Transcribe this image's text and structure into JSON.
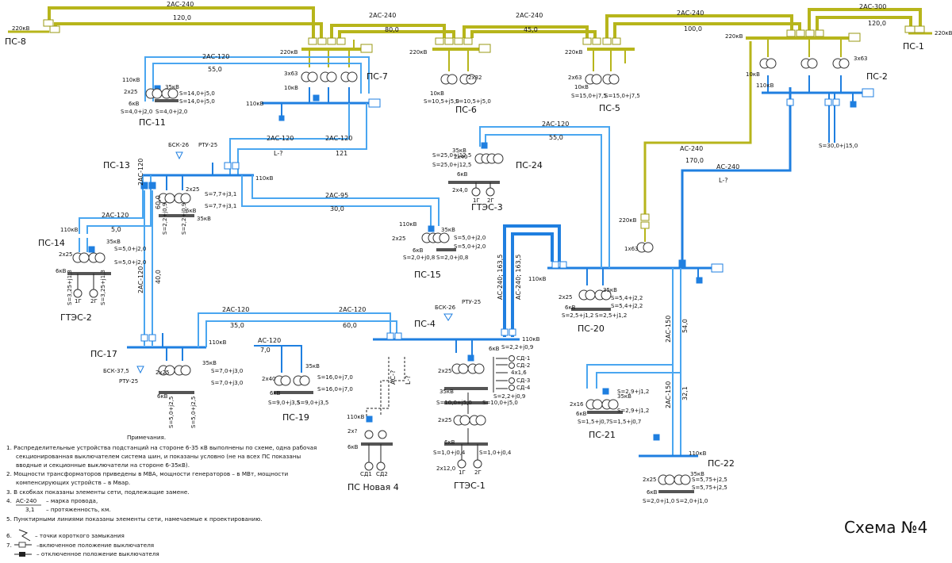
{
  "title": "Схема №4",
  "substations": {
    "ps8": "ПС-8",
    "ps7": "ПС-7",
    "ps6": "ПС-6",
    "ps5": "ПС-5",
    "ps1": "ПС-1",
    "ps2": "ПС-2",
    "ps11": "ПС-11",
    "ps13": "ПС-13",
    "ps24": "ПС-24",
    "gtes3": "ГТЭС-3",
    "ps14": "ПС-14",
    "gtes2": "ГТЭС-2",
    "ps15": "ПС-15",
    "ps17": "ПС-17",
    "ps19": "ПС-19",
    "ps4": "ПС-4",
    "ps20": "ПС-20",
    "ps21": "ПС-21",
    "ps22": "ПС-22",
    "gtes1": "ГТЭС-1",
    "psnew4": "ПС Новая 4"
  },
  "voltages": {
    "v220": "220кВ",
    "v110": "110кВ",
    "v35": "35кВ",
    "v10": "10кВ",
    "v6": "6кВ"
  },
  "lines": {
    "l_8_7": {
      "mark": "2АС-240",
      "len": "120,0"
    },
    "l_7_6": {
      "mark": "2АС-240",
      "len": "80,0"
    },
    "l_6_5": {
      "mark": "2АС-240",
      "len": "45,0"
    },
    "l_5_1": {
      "mark": "2АС-240",
      "len": "100,0"
    },
    "l_1_2": {
      "mark": "2АС-300",
      "len": "120,0"
    },
    "l_11_7": {
      "mark": "2АС-120",
      "len": "55,0"
    },
    "l_13_7a": {
      "mark": "2АС-120",
      "len": "L-?"
    },
    "l_13_7b": {
      "mark": "2АС-120",
      "len": "121"
    },
    "l_24": {
      "mark": "2АС-120",
      "len": "55,0"
    },
    "l_13_15": {
      "mark": "2АС-95",
      "len": "30,0"
    },
    "l_13_14": {
      "mark": "2АС-120",
      "len": "5,0"
    },
    "l_13_17a": {
      "mark": "2АС-120",
      "len": "60,0"
    },
    "l_13_17b": {
      "mark": "2АС-120",
      "len": "40,0"
    },
    "l_17_4a": {
      "mark": "2АС-120",
      "len": "35,0"
    },
    "l_17_4b": {
      "mark": "2АС-120",
      "len": "60,0"
    },
    "l_2_20a": {
      "mark": "АС-240",
      "len": "170,0"
    },
    "l_2_20b": {
      "mark": "АС-240",
      "len": "L-?"
    },
    "l_4_20a": {
      "mark": "АС-240; 163,5"
    },
    "l_4_20b": {
      "mark": "АС-240; 163,5"
    },
    "l_20_22a": {
      "mark": "2АС-150",
      "len": "54,0"
    },
    "l_20_22b": {
      "mark": "2АС-150",
      "len": "32,1"
    },
    "l_19": {
      "mark": "АС-120",
      "len": "7,0"
    },
    "l_new4a": {
      "mark": "АС-?"
    },
    "l_new4b": {
      "mark": "L-?"
    }
  },
  "equipment": {
    "t_3x63": "3х63",
    "t_2x32": "2х32",
    "t_2x63": "2х63",
    "t_1x63": "1х63",
    "t_2x25": "2х25",
    "t_2x40": "2х40",
    "t_2x16": "2х16",
    "t_4x1_6": "4х1,6",
    "t_2x12": "2х12,0",
    "t_2x4": "2х4,0",
    "t_2x": "2х?",
    "bsk26": "БСК-26",
    "rtu25": "РТУ-25",
    "bsk375": "БСК-37,5",
    "g1": "1Г",
    "g2": "2Г",
    "sd1": "СД1",
    "sd2": "СД2",
    "sd_1": "СД-1",
    "sd_2": "СД-2",
    "sd_3": "СД-3",
    "sd_4": "СД-4"
  },
  "loads": {
    "ps6a": "S=10,5+j5,0",
    "ps6b": "S=10,5+j5,0",
    "ps5a": "S=15,0+j7,5",
    "ps5b": "S=15,0+j7,5",
    "ps11a": "S=14,0+j5,0",
    "ps11b": "S=14,0+j5,0",
    "ps11c": "S=4,0+j2,0",
    "ps11d": "S=4,0+j2,0",
    "ps2": "S=30,0+j15,0",
    "ps24a": "S=25,0+j12,5",
    "ps24b": "S=25,0+j12,5",
    "ps13a": "S=7,7+j3,1",
    "ps13b": "S=7,7+j3,1",
    "ps13c": "S=2,2+j0,9",
    "ps13d": "S=2,2+j0,9",
    "ps14a": "S=5,0+j2,0",
    "ps14b": "S=5,0+j2,0",
    "gtes2a": "S=3,25+j1,3",
    "gtes2b": "S=3,25+j1,3",
    "ps15a": "S=5,0+j2,0",
    "ps15b": "S=5,0+j2,0",
    "ps15c": "S=2,0+j0,8",
    "ps15d": "S=2,0+j0,8",
    "ps20a": "S=5,4+j2,2",
    "ps20b": "S=5,4+j2,2",
    "ps20c": "S=2,5+j1,2",
    "ps20d": "S=2,5+j1,2",
    "ps17a": "S=7,0+j3,0",
    "ps17b": "S=7,0+j3,0",
    "ps17c": "S=5,0+j2,5",
    "ps17d": "S=5,0+j2,5",
    "ps19a": "S=16,0+j7,0",
    "ps19b": "S=16,0+j7,0",
    "ps19c": "S=9,0+j3,5",
    "ps19d": "S=9,0+j3,5",
    "ps4a": "S=2,2+j0,9",
    "ps4b": "S=2,2+j0,9",
    "ps4c": "S=10,0+j5,0",
    "ps4d": "S=10,0+j5,0",
    "gtes1a": "S=1,0+j0,4",
    "gtes1b": "S=1,0+j0,4",
    "ps21a": "S=2,9+j1,2",
    "ps21b": "S=2,9+j1,2",
    "ps21c": "S=1,5+j0,7",
    "ps21d": "S=1,5+j0,7",
    "ps22a": "S=5,75+j2,5",
    "ps22b": "S=5,75+j2,5",
    "ps22c": "S=2,0+j1,0",
    "ps22d": "S=2,0+j1,0"
  },
  "notes": {
    "heading": "Примечания.",
    "n1": "1. Распределительные устройства подстанций на стороне 6-35 кВ выполнены по схеме, одна рабочая",
    "n1b": "секционированная выключателем система шин, и показаны условно (не на всех ПС показаны",
    "n1c": "вводные и секционные выключатели на стороне 6-35кВ).",
    "n2": "2. Мощности трансформаторов приведены в МВА, мощности генераторов – в МВт, мощности",
    "n2b": "компенсирующих устройств – в Мвар.",
    "n3": "3. В скобках показаны элементы сети, подлежащие замене.",
    "n4": "4.",
    "n4mark": "АС-240",
    "n4a": "– марка провода,",
    "n4len": "3,1",
    "n4b": "– протяженность, км.",
    "n5": "5. Пунктирными линиями показаны элементы сети, намечаемые к проектированию.",
    "n6": "6.",
    "n6t": "– точки короткого замыкания",
    "n7": "7.",
    "n7a": "–включенное положение выключателя",
    "n7b": "– отключенное положение выключателя"
  },
  "colors": {
    "line220": "#b7b51b",
    "line110": "#1f7fe0",
    "line110light": "#4aa6f0"
  }
}
